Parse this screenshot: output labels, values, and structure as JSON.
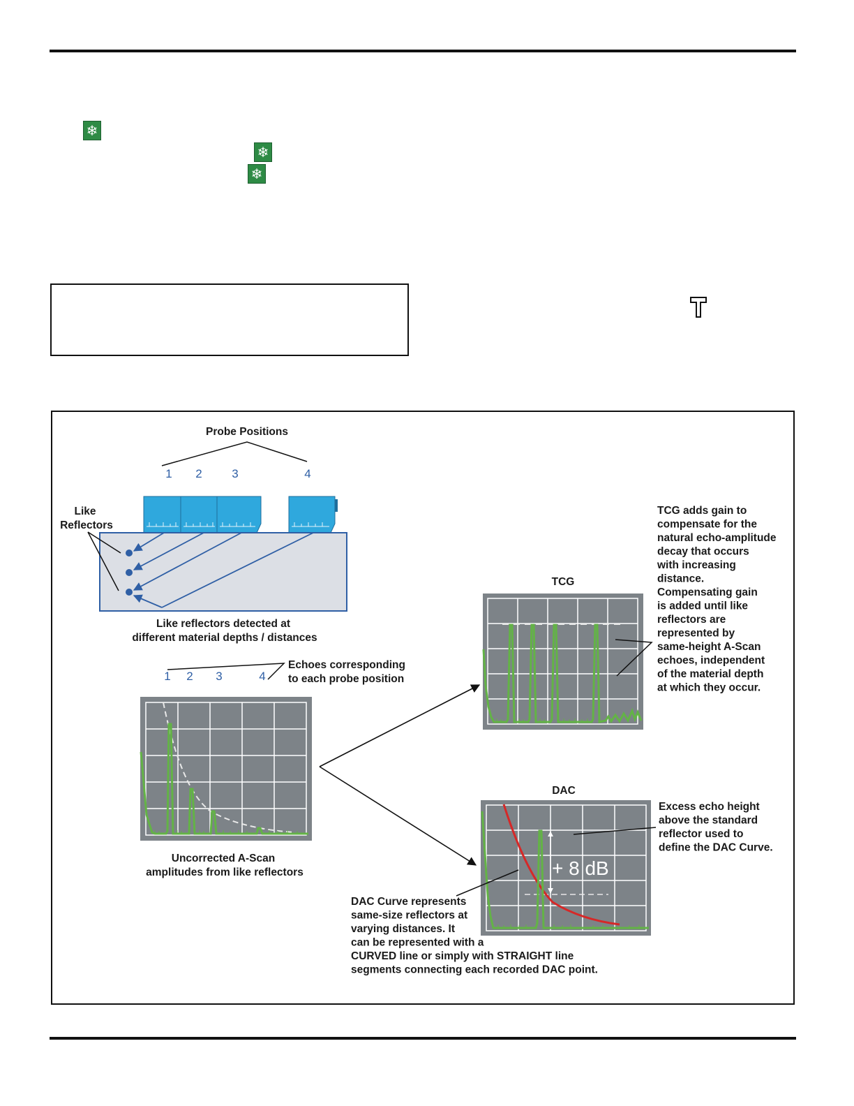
{
  "icons": {
    "snowflake_1": "snowflake-icon",
    "snowflake_2": "snowflake-icon",
    "snowflake_3": "snowflake-icon",
    "text_tool": "t-icon"
  },
  "colors": {
    "icon_green": "#2e8b45",
    "probe_blue": "#2fa8dd",
    "screen_gray": "#7d8388",
    "echo_green": "#63b346",
    "dac_red": "#d62828",
    "number_blue": "#2f5fa5"
  },
  "diagram": {
    "probe_positions_title": "Probe Positions",
    "probe_numbers": [
      "1",
      "2",
      "3",
      "4"
    ],
    "like_reflectors_line1": "Like",
    "like_reflectors_line2": "Reflectors",
    "detected_line1": "Like reflectors detected at",
    "detected_line2": "different material depths / distances",
    "echo_numbers": [
      "1",
      "2",
      "3",
      "4"
    ],
    "echoes_line1": "Echoes corresponding",
    "echoes_line2": "to each probe position",
    "uncorrected_line1": "Uncorrected A-Scan",
    "uncorrected_line2": "amplitudes from like reflectors",
    "tcg_title": "TCG",
    "tcg_description": [
      "TCG adds gain to",
      "compensate for the",
      "natural echo-amplitude",
      "decay that occurs",
      "with increasing",
      "distance.",
      "Compensating gain",
      "is added until like",
      "reflectors are",
      "represented by",
      "same-height A-Scan",
      "echoes, independent",
      "of the material depth",
      "at which they occur."
    ],
    "dac_title": "DAC",
    "dac_gain_label": "+ 8 dB",
    "excess_description": [
      "Excess echo height",
      "above the standard",
      "reflector used to",
      "define the DAC Curve."
    ],
    "dac_curve_description": [
      "DAC Curve represents",
      "same-size reflectors at",
      "varying distances. It",
      "can be represented with a",
      "CURVED line or simply with STRAIGHT line",
      "segments connecting each recorded DAC point."
    ]
  }
}
